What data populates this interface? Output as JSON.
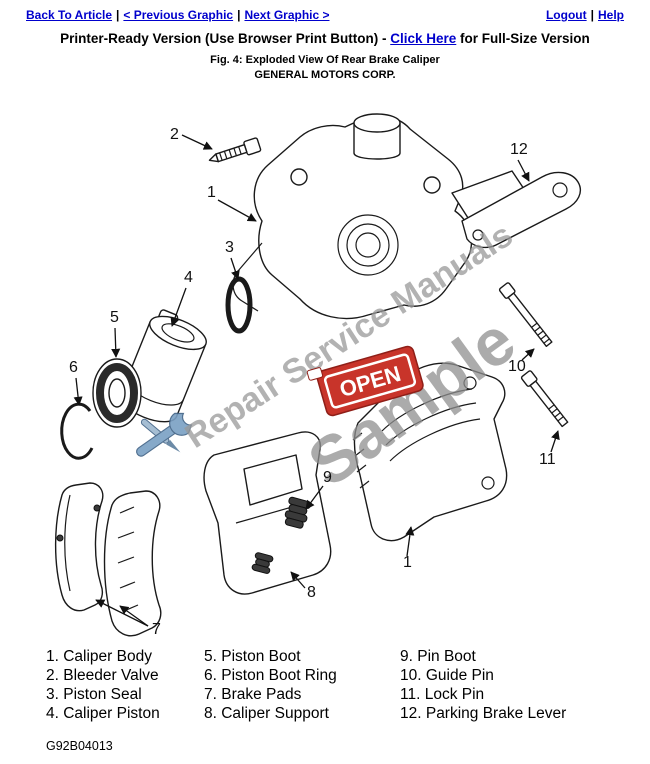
{
  "nav": {
    "sep": "|",
    "back_to_article": "Back To Article",
    "previous_graphic": "< Previous Graphic",
    "next_graphic": "Next Graphic >",
    "logout": "Logout",
    "help": "Help"
  },
  "header": {
    "printer_prefix": "Printer-Ready Version (Use Browser Print Button) - ",
    "click_here": "Click Here",
    "printer_suffix": " for Full-Size Version",
    "figure_caption": "Fig. 4: Exploded View Of Rear Brake Caliper",
    "manufacturer": "GENERAL MOTORS CORP."
  },
  "diagram": {
    "watermark_text": "Repair Service Manuals",
    "sample_text": "Sample",
    "open_sign_text": "OPEN",
    "callouts": {
      "n1": "1",
      "n2": "2",
      "n3": "3",
      "n4": "4",
      "n5": "5",
      "n6": "6",
      "n7": "7",
      "n8": "8",
      "n9": "9",
      "n10": "10",
      "n11": "11",
      "n12": "12"
    }
  },
  "legend": {
    "col1": [
      "1. Caliper Body",
      "2. Bleeder Valve",
      "3. Piston Seal",
      "4. Caliper Piston"
    ],
    "col2": [
      "5. Piston Boot",
      "6. Piston Boot Ring",
      "7. Brake Pads",
      "8. Caliper Support"
    ],
    "col3": [
      "9. Pin Boot",
      "10. Guide Pin",
      "11. Lock Pin",
      "12. Parking Brake Lever"
    ]
  },
  "footer": {
    "figure_id": "G92B04013"
  },
  "colors": {
    "link_blue": "#0000cc",
    "watermark_gray": "#999999",
    "open_sign_red": "#c8342a",
    "tool_blue": "#7aa0c4"
  }
}
